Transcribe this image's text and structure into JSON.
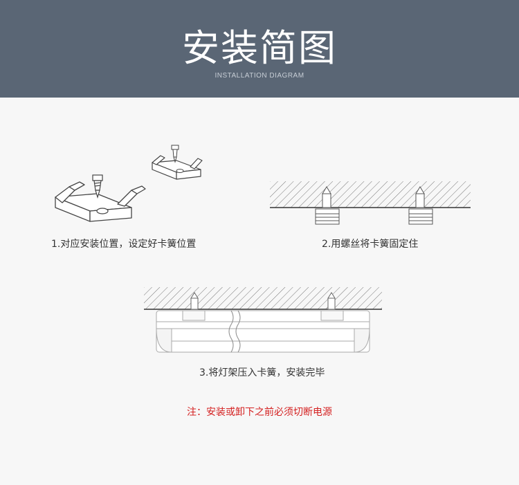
{
  "header": {
    "title": "安装简图",
    "subtitle": "INSTALLATION DIAGRAM"
  },
  "steps": [
    {
      "label": "1.对应安装位置，设定好卡簧位置"
    },
    {
      "label": "2.用螺丝将卡簧固定住"
    },
    {
      "label": "3.将灯架压入卡簧，安装完毕"
    }
  ],
  "note": "注：安装或卸下之前必须切断电源",
  "colors": {
    "header_bg": "#5a6675",
    "note_red": "#d42020",
    "line": "#555555"
  }
}
